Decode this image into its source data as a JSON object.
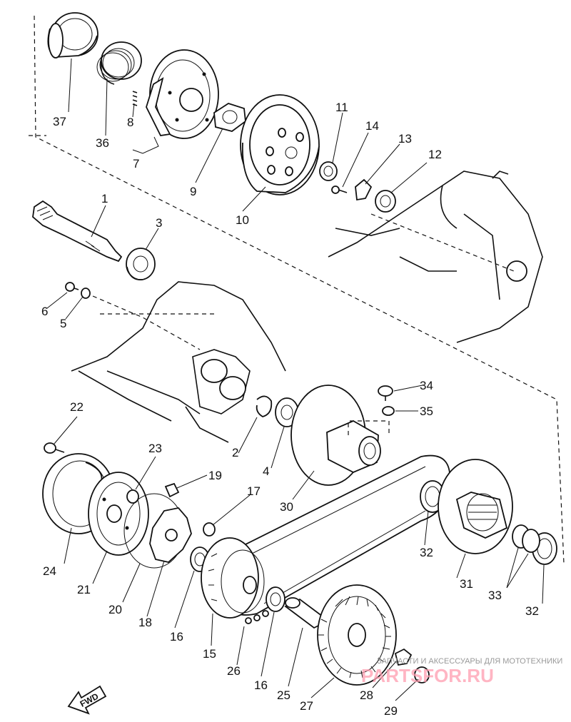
{
  "labels": {
    "p1": "1",
    "p2": "2",
    "p3": "3",
    "p4": "4",
    "p5": "5",
    "p6": "6",
    "p7": "7",
    "p8": "8",
    "p9": "9",
    "p10": "10",
    "p11": "11",
    "p12": "12",
    "p13": "13",
    "p14": "14",
    "p15": "15",
    "p16a": "16",
    "p16b": "16",
    "p17": "17",
    "p18": "18",
    "p19": "19",
    "p20": "20",
    "p21": "21",
    "p22": "22",
    "p23": "23",
    "p24": "24",
    "p25": "25",
    "p26": "26",
    "p27": "27",
    "p28": "28",
    "p29": "29",
    "p30": "30",
    "p31": "31",
    "p32a": "32",
    "p32b": "32",
    "p33": "33",
    "p34": "34",
    "p35": "35",
    "p36": "36",
    "p37": "37"
  },
  "fwd_label": "FWD",
  "watermark": {
    "small": "ЗАПЧАСТИ И АКСЕССУАРЫ ДЛЯ МОТОТЕХНИКИ",
    "big": "PARTSFOR.RU"
  }
}
